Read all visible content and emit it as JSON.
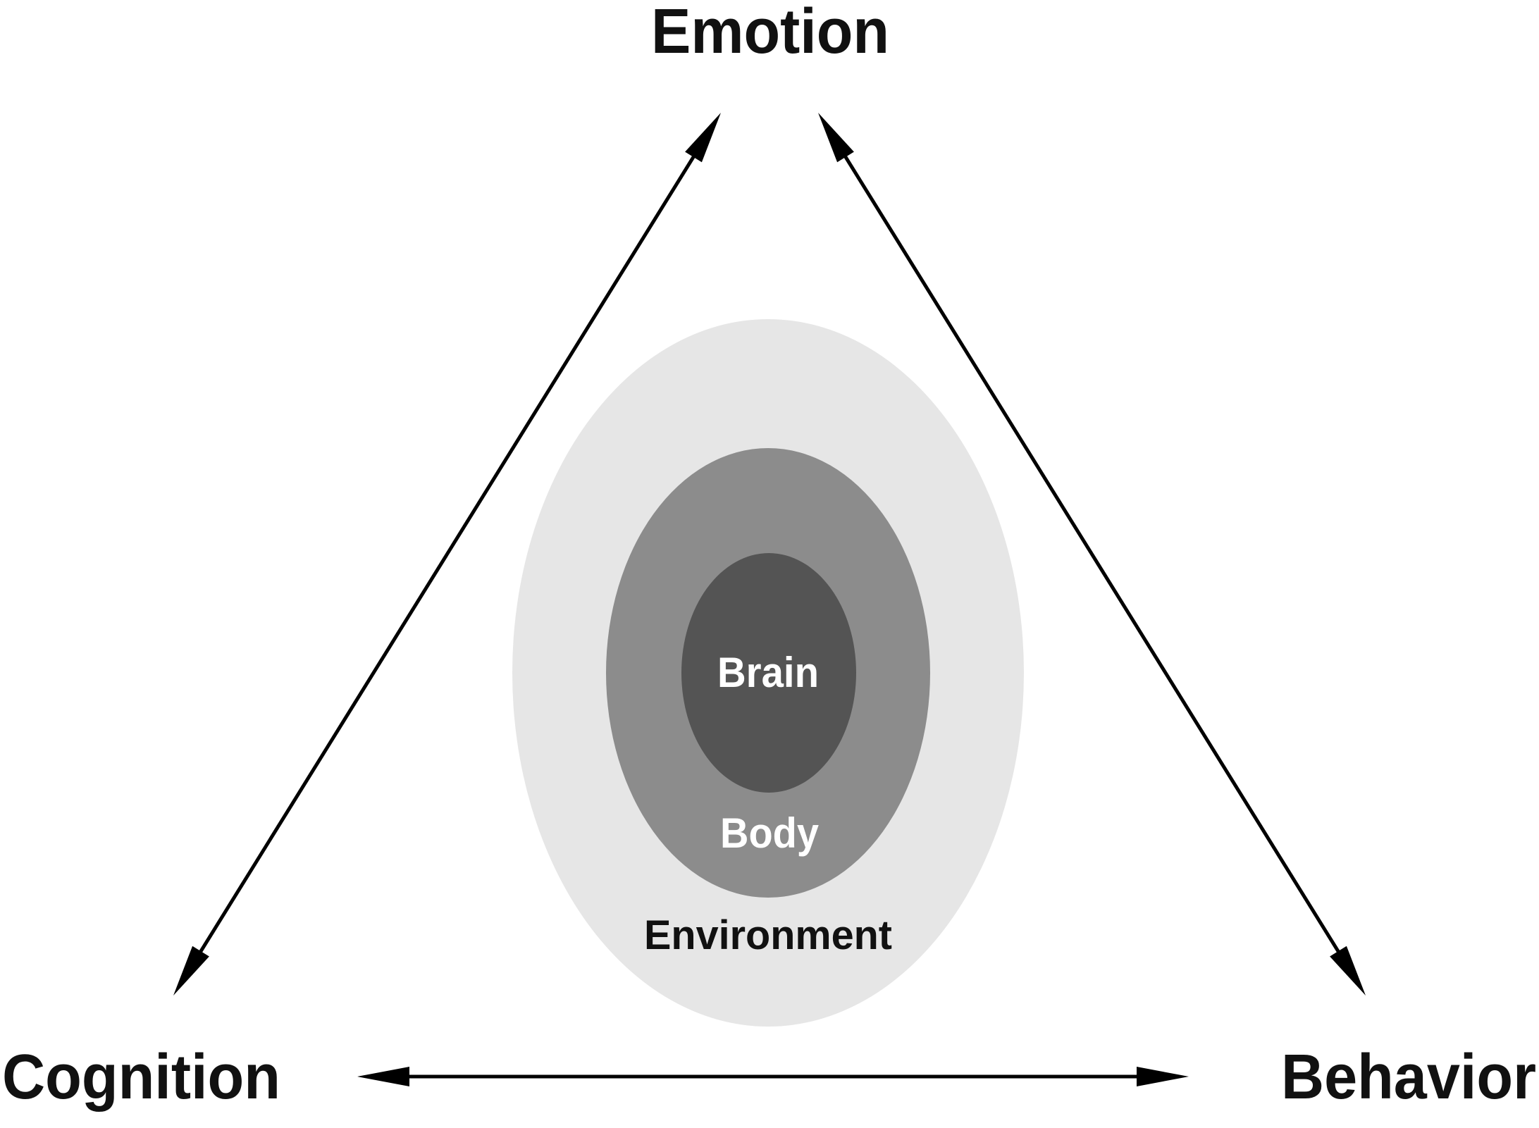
{
  "diagram": {
    "nodes": {
      "top": "Emotion",
      "bottom_left": "Cognition",
      "bottom_right": "Behavior"
    },
    "nested_ellipses": {
      "outer": {
        "label": "Environment",
        "color": "#e6e6e6",
        "text_color": "#111111"
      },
      "middle": {
        "label": "Body",
        "color": "#8c8c8c",
        "text_color": "#ffffff"
      },
      "inner": {
        "label": "Brain",
        "color": "#545454",
        "text_color": "#ffffff"
      }
    },
    "edges": [
      {
        "from": "Emotion",
        "to": "Cognition",
        "type": "bidirectional"
      },
      {
        "from": "Emotion",
        "to": "Behavior",
        "type": "bidirectional"
      },
      {
        "from": "Cognition",
        "to": "Behavior",
        "type": "bidirectional"
      }
    ],
    "arrow_color": "#000000"
  }
}
